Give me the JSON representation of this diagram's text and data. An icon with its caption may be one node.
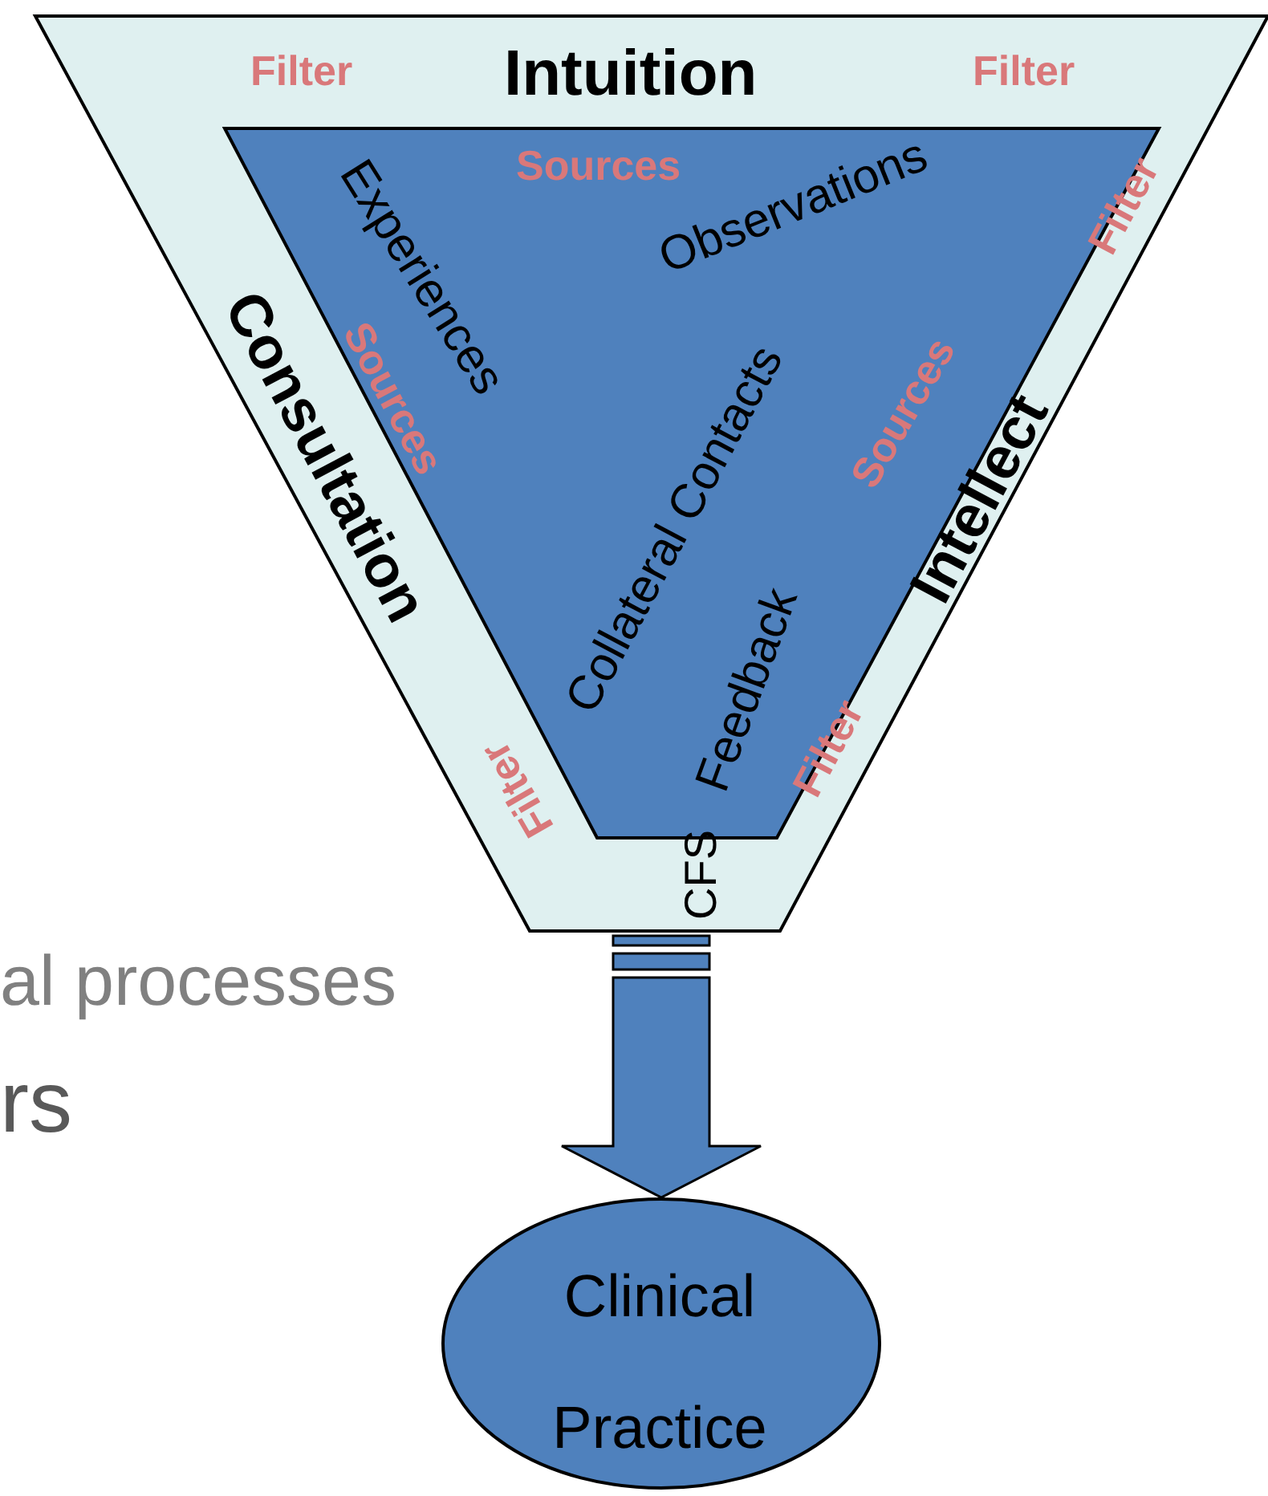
{
  "diagram": {
    "nodes": [
      {
        "text": [
          "Filter",
          "Intuition",
          "Filter",
          "Filter",
          "Consultation",
          "Intellect",
          "Filter",
          "Filter",
          "CFS"
        ]
      },
      {
        "text": [
          "Sources",
          "Experiences",
          "Observations",
          "Sources",
          "Collateral Contacts",
          "Sources",
          "Feedback"
        ],
        "in": 0
      },
      {
        "text": [
          "Clinical Practice"
        ]
      }
    ],
    "edges": [
      {
        "from": 0,
        "to": 2,
        "arrow": "to"
      }
    ],
    "labels": [
      "al processes",
      "rs"
    ]
  }
}
